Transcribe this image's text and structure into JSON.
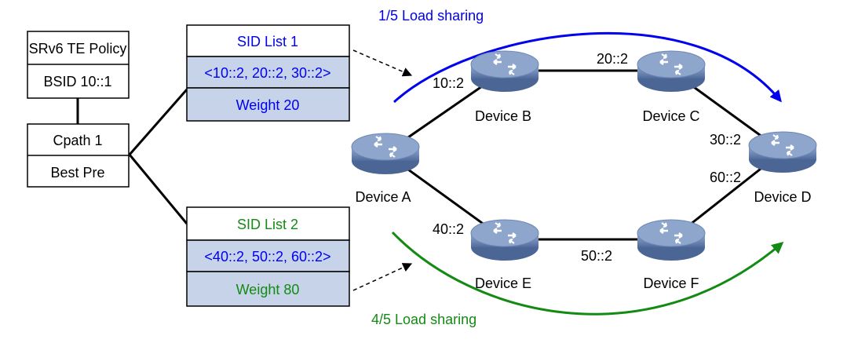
{
  "policy": {
    "title": "SRv6 TE Policy",
    "bsid": "BSID 10::1"
  },
  "cpath": {
    "name": "Cpath 1",
    "pref": "Best Pre"
  },
  "sid_lists": [
    {
      "title": "SID List 1",
      "sids": "<10::2, 20::2, 30::2>",
      "weight": "Weight 20",
      "color": "#0000ee"
    },
    {
      "title": "SID List 2",
      "sids": "<40::2, 50::2, 60::2>",
      "weight": "Weight 80",
      "color": "#138a13"
    }
  ],
  "devices": {
    "a": "Device A",
    "b": "Device B",
    "c": "Device C",
    "d": "Device D",
    "e": "Device E",
    "f": "Device F"
  },
  "addresses": {
    "b": "10::2",
    "c": "20::2",
    "d_top": "30::2",
    "d_bottom": "60::2",
    "e": "40::2",
    "f": "50::2"
  },
  "load_sharing": {
    "top": "1/5 Load sharing",
    "top_color": "#0000ee",
    "bottom": "4/5 Load sharing",
    "bottom_color": "#138a13"
  },
  "colors": {
    "sid_cell_fill": "#c7d3e8",
    "router_body": "#5b77a8",
    "router_top": "#8fa6cc"
  },
  "icons": {
    "router": "router-icon"
  }
}
